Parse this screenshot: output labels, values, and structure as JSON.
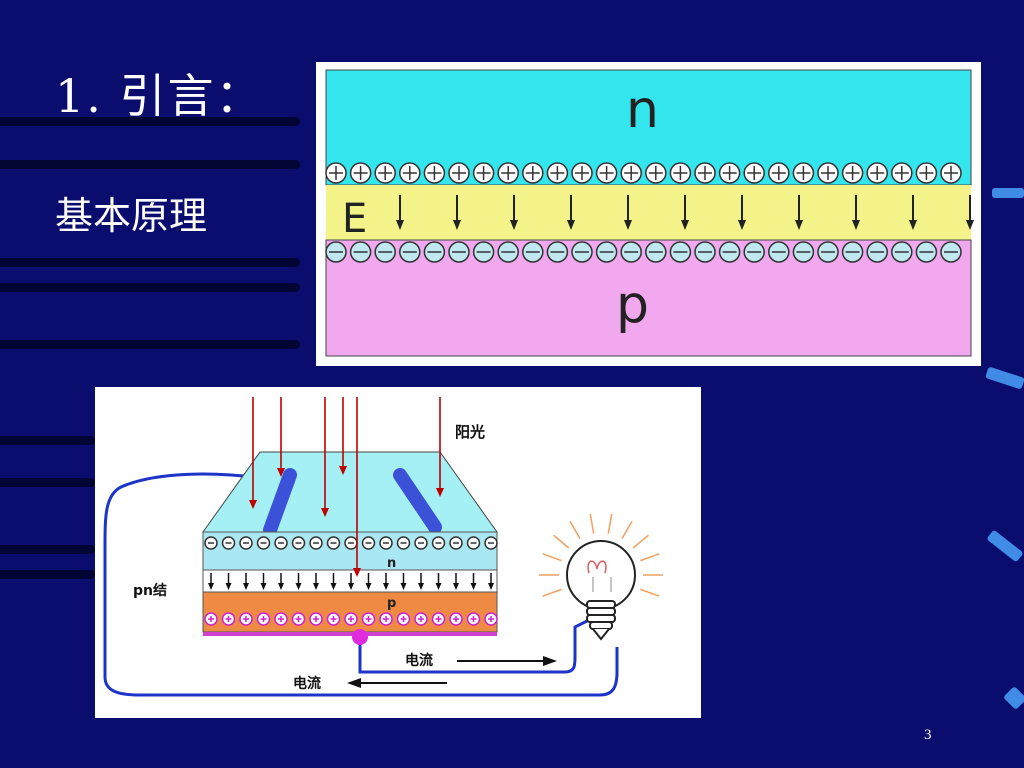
{
  "slide": {
    "title": "1. 引言：",
    "subtitle": "基本原理",
    "page_number": "3"
  },
  "figure1": {
    "n_label": "n",
    "e_label": "E",
    "p_label": "p",
    "positive_symbol": "⊕",
    "negative_symbol": "⊖",
    "colors": {
      "n_region": "#33e6ee",
      "depletion": "#f3f38a",
      "p_region": "#f2a8ee"
    }
  },
  "figure2": {
    "sunlight_label": "阳光",
    "pn_junction_label": "pn结",
    "n_label": "n",
    "p_label": "p",
    "current_label_right": "电流",
    "current_label_left": "电流",
    "colors": {
      "arrow": "#c00000",
      "wire": "#1c35c8",
      "n_layer": "#a9e8f2",
      "p_layer": "#ee8a44",
      "top_cover": "#a4f0f4"
    }
  }
}
